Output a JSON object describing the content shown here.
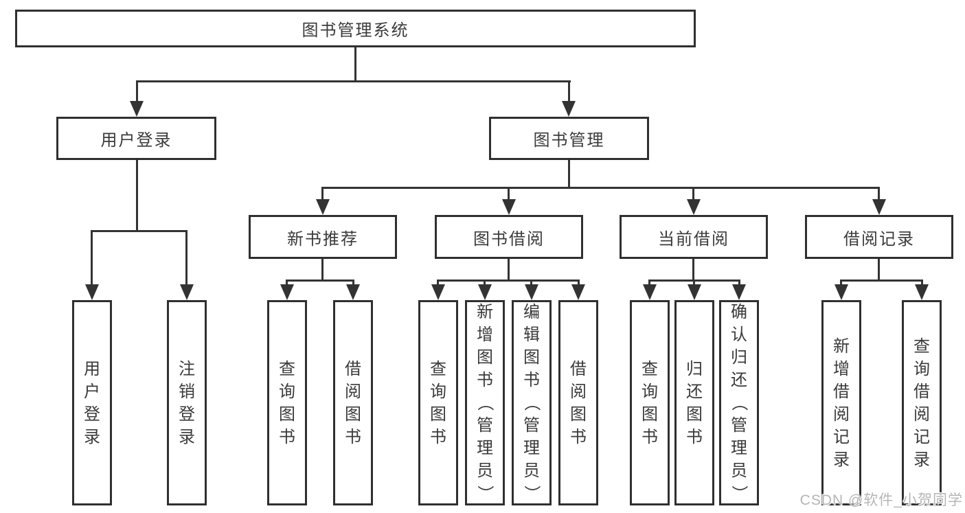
{
  "tree": {
    "label": "图书管理系统",
    "children": [
      {
        "label": "用户登录",
        "children": [
          {
            "label": "用户登录"
          },
          {
            "label": "注销登录"
          }
        ]
      },
      {
        "label": "图书管理",
        "children": [
          {
            "label": "新书推荐",
            "children": [
              {
                "label": "查询图书"
              },
              {
                "label": "借阅图书"
              }
            ]
          },
          {
            "label": "图书借阅",
            "children": [
              {
                "label": "查询图书"
              },
              {
                "label": "新增图书（管理员）"
              },
              {
                "label": "编辑图书（管理员）"
              },
              {
                "label": "借阅图书"
              }
            ]
          },
          {
            "label": "当前借阅",
            "children": [
              {
                "label": "查询图书"
              },
              {
                "label": "归还图书"
              },
              {
                "label": "确认归还（管理员）"
              }
            ]
          },
          {
            "label": "借阅记录",
            "children": [
              {
                "label": "新增借阅记录"
              },
              {
                "label": "查询借阅记录"
              }
            ]
          }
        ]
      }
    ]
  },
  "watermark": "CSDN @软件_小贺同学",
  "colors": {
    "line": "#333333",
    "text": "#3a3a3a",
    "watermark_gray": "#b5b5b5",
    "background": "#ffffff"
  }
}
